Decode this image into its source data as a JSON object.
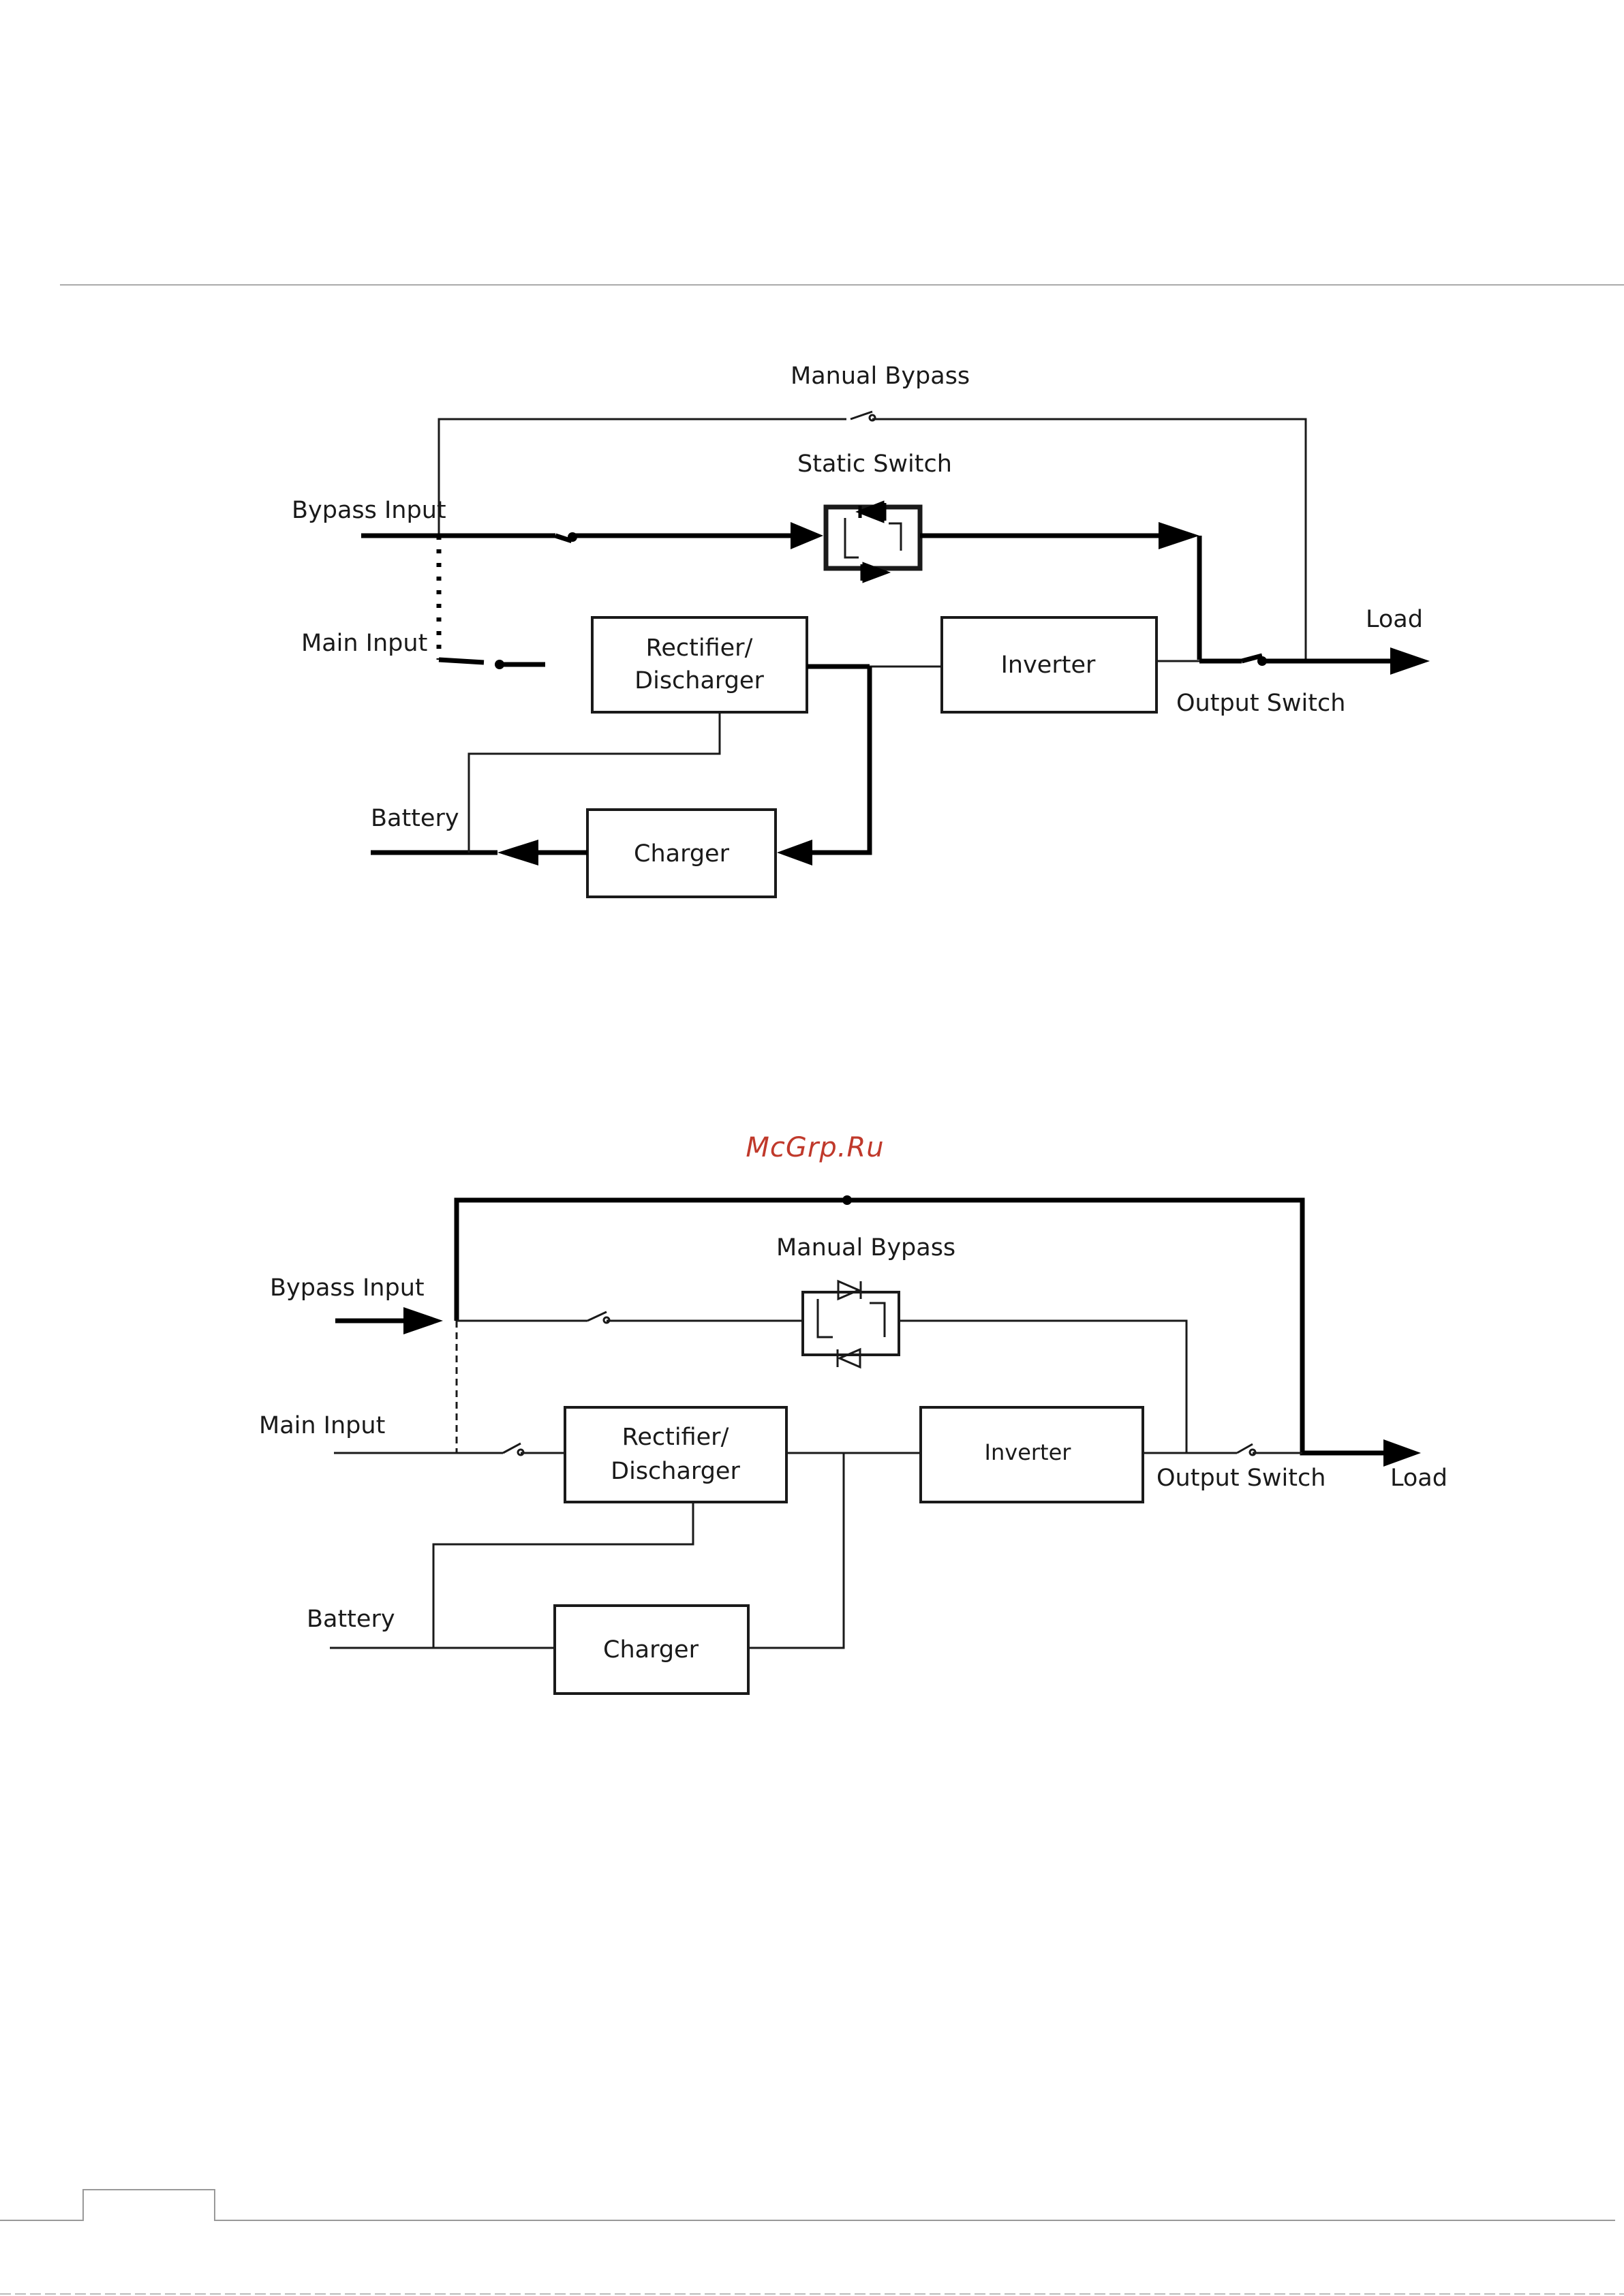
{
  "watermark": "McGrp.Ru",
  "diagram1": {
    "labels": {
      "manual_bypass": "Manual Bypass",
      "static_switch": "Static Switch",
      "bypass_input": "Bypass Input",
      "main_input": "Main Input",
      "load": "Load",
      "output_switch": "Output Switch",
      "battery": "Battery"
    },
    "boxes": {
      "rectifier_line1": "Rectifier/",
      "rectifier_line2": "Discharger",
      "inverter": "Inverter",
      "charger": "Charger"
    }
  },
  "diagram2": {
    "labels": {
      "manual_bypass": "Manual Bypass",
      "bypass_input": "Bypass Input",
      "main_input": "Main Input",
      "load": "Load",
      "output_switch": "Output Switch",
      "battery": "Battery"
    },
    "boxes": {
      "rectifier_line1": "Rectifier/",
      "rectifier_line2": "Discharger",
      "inverter": "Inverter",
      "charger": "Charger"
    }
  }
}
